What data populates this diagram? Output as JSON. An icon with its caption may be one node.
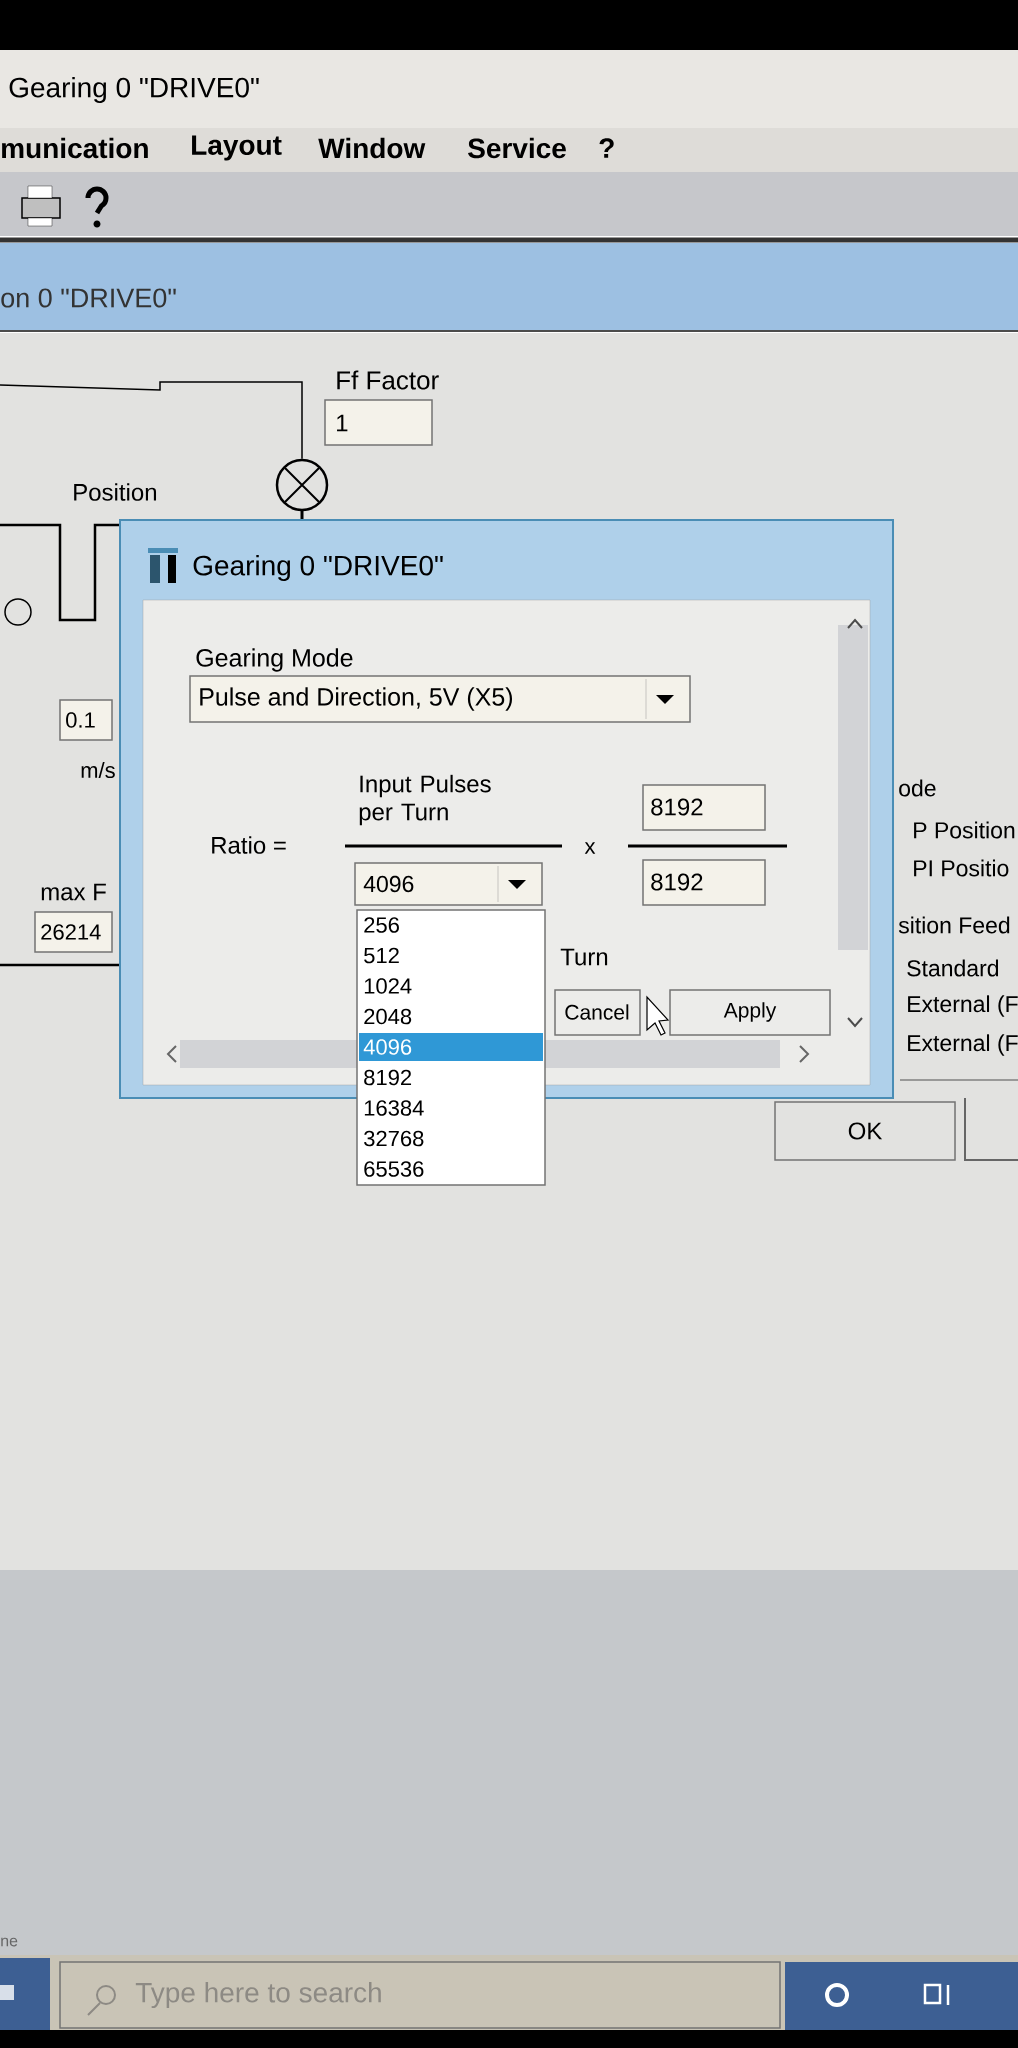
{
  "diagram": {
    "title": "Gearing 0 \"DRIVE0\"",
    "nodes": [
      {
        "text": [
          "1"
        ],
        "beside": [
          "Ff Factor"
        ]
      },
      {
        "text": [],
        "shape": "circle"
      },
      {
        "text": [
          "0.1"
        ]
      },
      {
        "text": [
          "26214"
        ],
        "beside": [
          "max F"
        ]
      },
      {
        "text": [
          "Gearing 0 \"DRIVE0\""
        ]
      },
      {
        "text": [
          "Pulse and Direction, 5V (X5)"
        ],
        "beside": [
          "Gearing Mode"
        ],
        "in": 4
      },
      {
        "text": [
          "4096"
        ],
        "in": 4
      },
      {
        "text": [
          "8192"
        ],
        "in": 4
      },
      {
        "text": [
          "8192"
        ],
        "in": 4
      },
      {
        "text": [
          "256",
          "512",
          "1024",
          "2048",
          "4096",
          "8192",
          "16384",
          "32768",
          "65536"
        ]
      },
      {
        "text": [
          "Cancel"
        ],
        "in": 4
      },
      {
        "text": [
          "Apply"
        ],
        "in": 4
      },
      {
        "text": [
          "OK"
        ]
      },
      {
        "text": [
          "Type here to search"
        ]
      }
    ],
    "edges": [
      {
        "from": null,
        "to": 1,
        "arrow": "none"
      }
    ],
    "labels": [
      "munication",
      "Layout",
      "Window",
      "Service",
      "?",
      "on 0 \"DRIVE0\"",
      "Position",
      "m/s",
      "Ratio =",
      "Input Pulses per Turn",
      "x",
      "Turn",
      "ode",
      "P Position",
      "PI Positio",
      "sition Feed",
      "Standard",
      "External (F",
      "External (F",
      "ne"
    ]
  }
}
